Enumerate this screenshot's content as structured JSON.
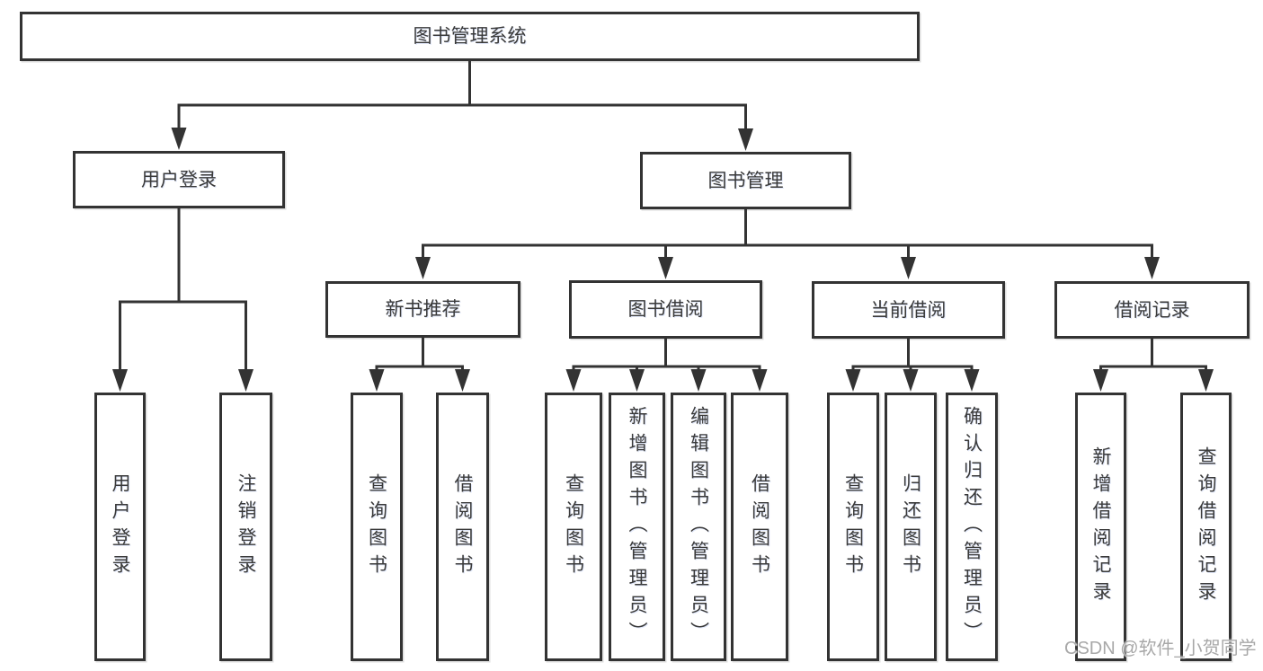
{
  "diagram": {
    "root": {
      "label": "图书管理系统"
    },
    "level1": [
      {
        "label": "用户登录"
      },
      {
        "label": "图书管理"
      }
    ],
    "level2": [
      {
        "label": "新书推荐"
      },
      {
        "label": "图书借阅"
      },
      {
        "label": "当前借阅"
      },
      {
        "label": "借阅记录"
      }
    ],
    "leaves": [
      {
        "label": "用户登录"
      },
      {
        "label": "注销登录"
      },
      {
        "label": "查询图书"
      },
      {
        "label": "借阅图书"
      },
      {
        "label": "查询图书"
      },
      {
        "label": "新增图书（管理员）"
      },
      {
        "label": "编辑图书（管理员）"
      },
      {
        "label": "借阅图书"
      },
      {
        "label": "查询图书"
      },
      {
        "label": "归还图书"
      },
      {
        "label": "确认归还（管理员）"
      },
      {
        "label": "新增借阅记录"
      },
      {
        "label": "查询借阅记录"
      }
    ],
    "watermark": {
      "text": "CSDN @软件_小贺同学"
    },
    "colors": {
      "line": "#333333",
      "text": "#333333",
      "watermark": "#a8a8a8",
      "background": "#ffffff"
    }
  }
}
